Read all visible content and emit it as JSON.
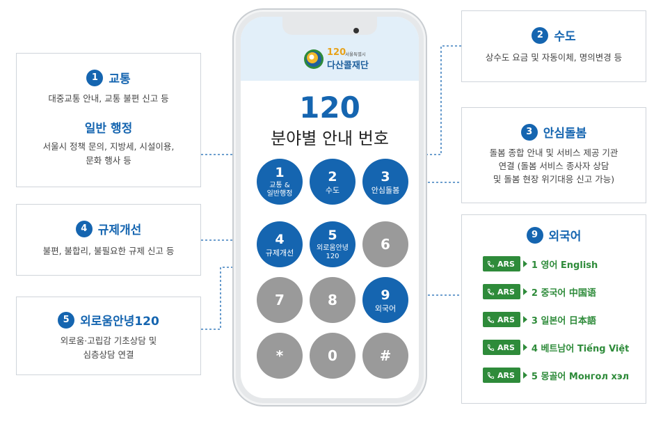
{
  "phone": {
    "logo_number": "120",
    "logo_city": "서울특별시",
    "logo_name": "다산콜재단",
    "main_number": "120",
    "main_subtitle": "분야별 안내 번호"
  },
  "keypad": [
    {
      "num": "1",
      "label": "교통 &\n일반행정",
      "color": "blue"
    },
    {
      "num": "2",
      "label": "수도",
      "color": "blue"
    },
    {
      "num": "3",
      "label": "안심돌봄",
      "color": "blue"
    },
    {
      "num": "4",
      "label": "규제개선",
      "color": "blue"
    },
    {
      "num": "5",
      "label": "외로움안녕\n120",
      "color": "blue"
    },
    {
      "num": "6",
      "label": "",
      "color": "gray"
    },
    {
      "num": "7",
      "label": "",
      "color": "gray"
    },
    {
      "num": "8",
      "label": "",
      "color": "gray"
    },
    {
      "num": "9",
      "label": "외국어",
      "color": "blue"
    },
    {
      "num": "*",
      "label": "",
      "color": "gray"
    },
    {
      "num": "0",
      "label": "",
      "color": "gray"
    },
    {
      "num": "#",
      "label": "",
      "color": "gray"
    }
  ],
  "boxes": {
    "traffic": {
      "num": "1",
      "title": "교통",
      "desc": "대중교통 안내, 교통 불편 신고 등",
      "sub_title": "일반 행정",
      "sub_desc_1": "서울시 정책 문의, 지방세, 시설이용,",
      "sub_desc_2": "문화 행사 등"
    },
    "regulation": {
      "num": "4",
      "title": "규제개선",
      "desc": "불편, 불합리, 불필요한 규제 신고 등"
    },
    "loneliness": {
      "num": "5",
      "title": "외로움안녕120",
      "desc_1": "외로움·고립감 기초상담 및",
      "desc_2": "심층상담 연결"
    },
    "water": {
      "num": "2",
      "title": "수도",
      "desc": "상수도 요금 및 자동이체, 명의변경 등"
    },
    "care": {
      "num": "3",
      "title": "안심돌봄",
      "desc_1": "돌봄 종합 안내 및 서비스 제공 기관",
      "desc_2": "연결 (돌봄 서비스 종사자 상담",
      "desc_3": "및 돌봄 현장 위기대응 신고 가능)"
    },
    "foreign": {
      "num": "9",
      "title": "외국어",
      "ars_label": "ARS",
      "languages": [
        "1 영어  English",
        "2 중국어  中国语",
        "3 일본어  日本語",
        "4 베트남어  Tiếng Việt",
        "5 몽골어  Монгол хэл"
      ]
    }
  },
  "colors": {
    "primary_blue": "#1565b0",
    "key_gray": "#9a9a9a",
    "ars_green": "#2e8b3a",
    "screen_header": "#e2eff9"
  }
}
